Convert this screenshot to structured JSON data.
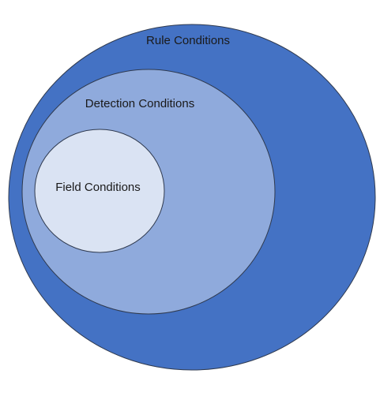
{
  "diagram": {
    "outer": {
      "label": "Rule Conditions",
      "fill": "#4472C4",
      "stroke": "#2F3A4F"
    },
    "middle": {
      "label": "Detection Conditions",
      "fill": "#8FAADC",
      "stroke": "#2F3A4F"
    },
    "inner": {
      "label": "Field Conditions",
      "fill": "#DAE3F3",
      "stroke": "#2F3A4F"
    }
  }
}
